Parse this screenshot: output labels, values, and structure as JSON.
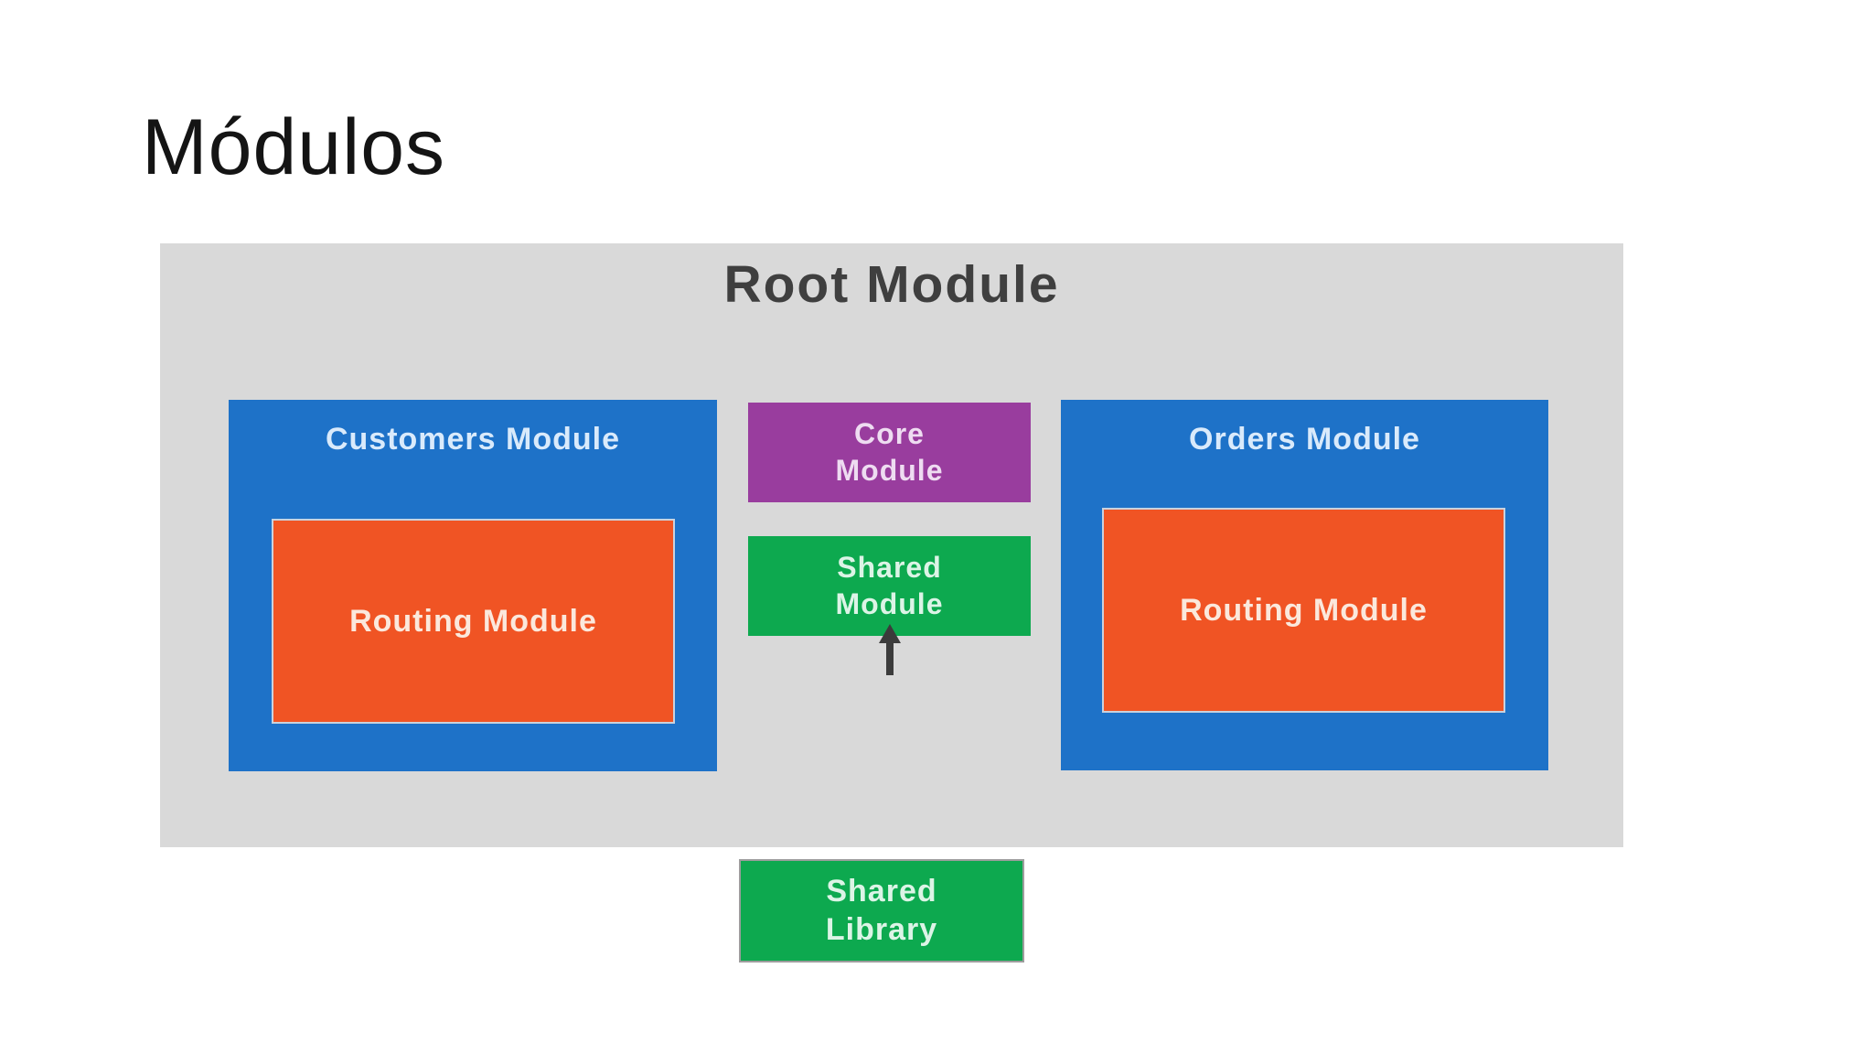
{
  "slide": {
    "title": "Módulos"
  },
  "diagram": {
    "boxes": {
      "root": "Root Module",
      "customers": "Customers Module",
      "customers_routing": "Routing Module",
      "core": "Core\nModule",
      "shared_module": "Shared\nModule",
      "orders": "Orders Module",
      "orders_routing": "Routing Module",
      "shared_library": "Shared\nLibrary"
    },
    "icons": {
      "arrow_up": "arrow pointing up from below into Shared Module"
    },
    "colors": {
      "root_background": "#d9d9d9",
      "root_text": "#3f3f3f",
      "module_blue": "#1e72c8",
      "routing_orange": "#f05424",
      "core_purple": "#993d9e",
      "shared_green": "#0da94f",
      "arrow_dark": "#3b3b3b",
      "page_background": "#ffffff",
      "title_text": "#141414"
    }
  }
}
